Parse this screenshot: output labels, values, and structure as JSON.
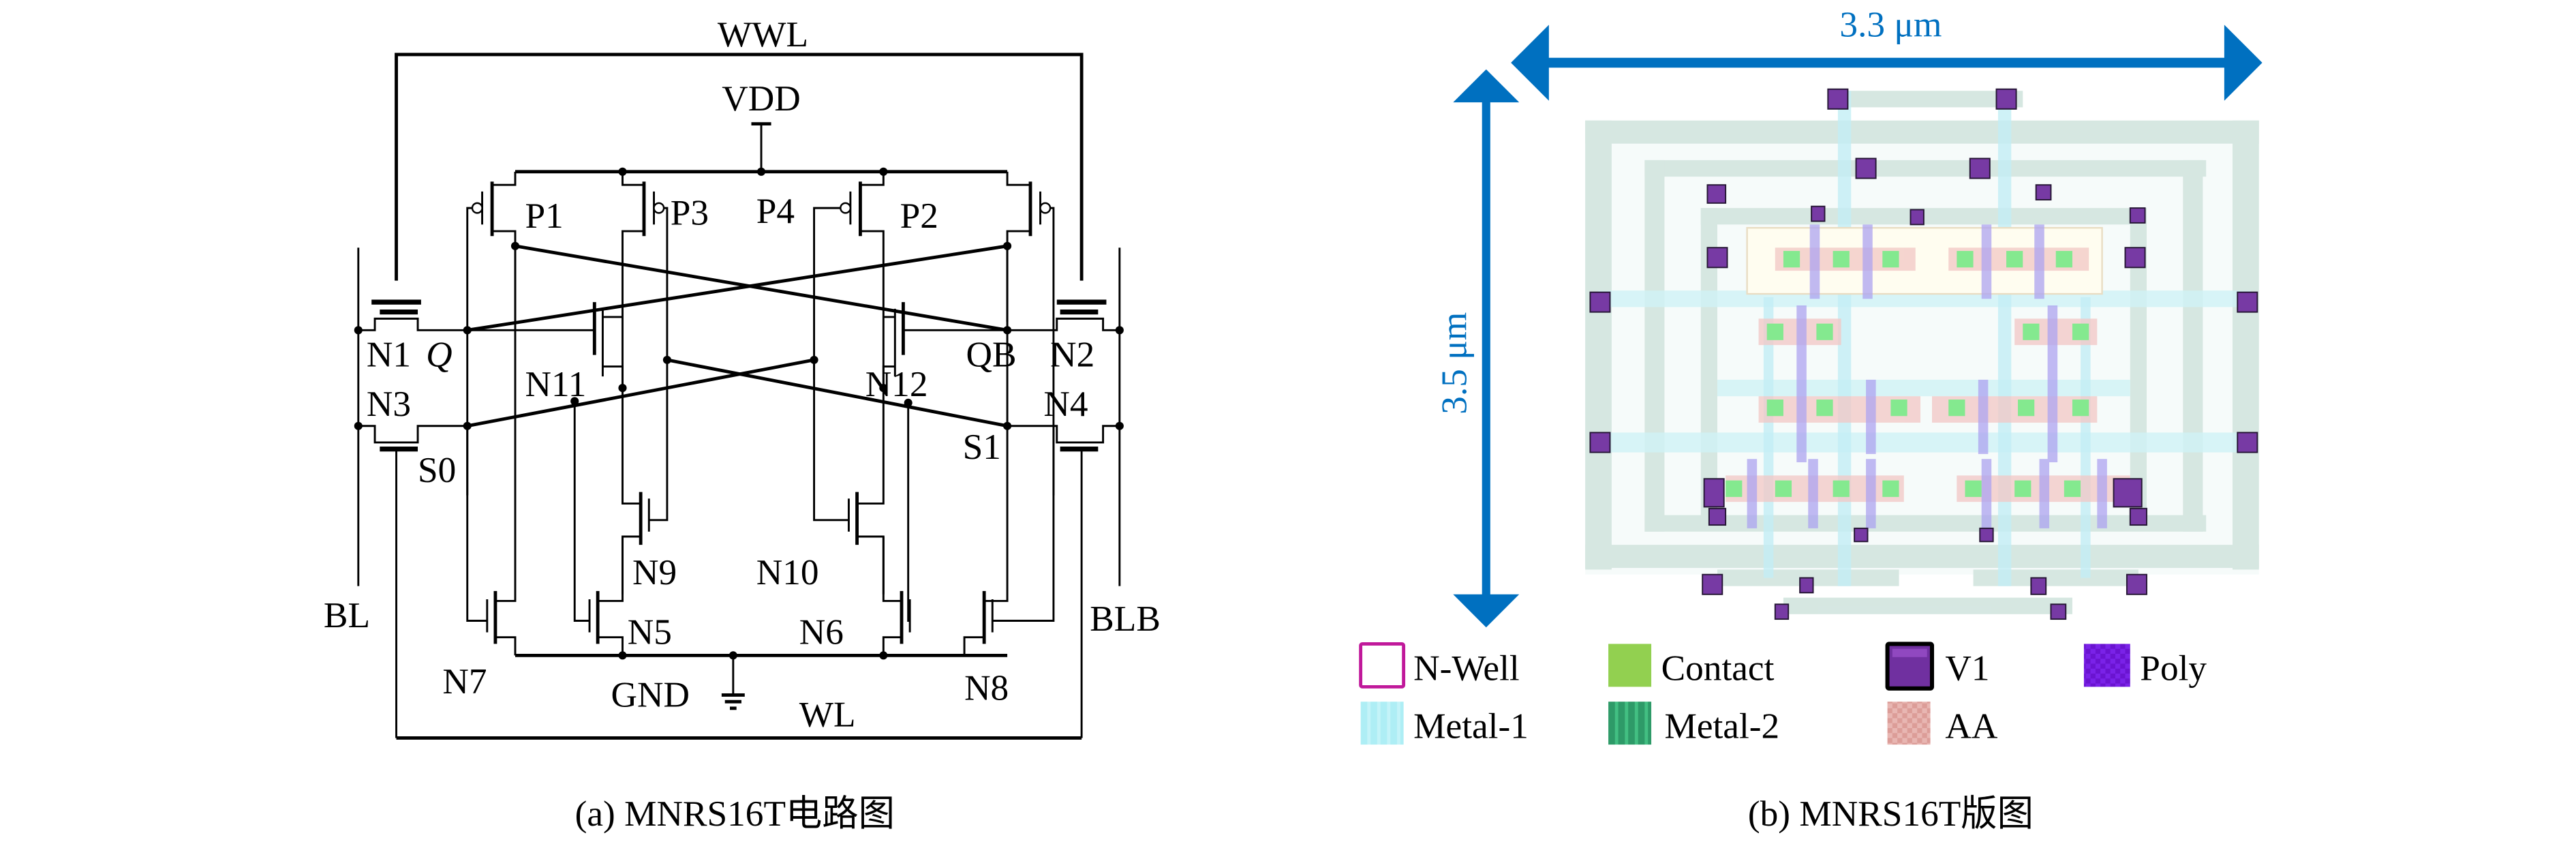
{
  "figure": {
    "panel_a": {
      "caption": "(a) MNRS16T电路图",
      "nets": {
        "wwl": "WWL",
        "vdd": "VDD",
        "gnd": "GND",
        "wl": "WL",
        "bl": "BL",
        "blb": "BLB",
        "q": "Q",
        "qb": "QB",
        "s0": "S0",
        "s1": "S1"
      },
      "transistors": {
        "p1": "P1",
        "p2": "P2",
        "p3": "P3",
        "p4": "P4",
        "n1": "N1",
        "n2": "N2",
        "n3": "N3",
        "n4": "N4",
        "n5": "N5",
        "n6": "N6",
        "n7": "N7",
        "n8": "N8",
        "n9": "N9",
        "n10": "N10",
        "n11": "N11",
        "n12": "N12"
      }
    },
    "panel_b": {
      "caption": "(b) MNRS16T版图",
      "width_label": "3.3 μm",
      "height_label": "3.5 μm",
      "dimension_color": "#0070c0",
      "legend": [
        {
          "label": "N-Well",
          "color": "#c0189a",
          "style": "outline"
        },
        {
          "label": "Contact",
          "color": "#92d050",
          "style": "solid"
        },
        {
          "label": "V1",
          "color": "#7030a0",
          "style": "bordered"
        },
        {
          "label": "Poly",
          "color": "#7020e0",
          "style": "checker"
        },
        {
          "label": "Metal-1",
          "color": "#aeeef5",
          "style": "hatch"
        },
        {
          "label": "Metal-2",
          "color": "#2e9a68",
          "style": "hatch"
        },
        {
          "label": "AA",
          "color": "#e3aaa6",
          "style": "checker"
        }
      ]
    }
  }
}
